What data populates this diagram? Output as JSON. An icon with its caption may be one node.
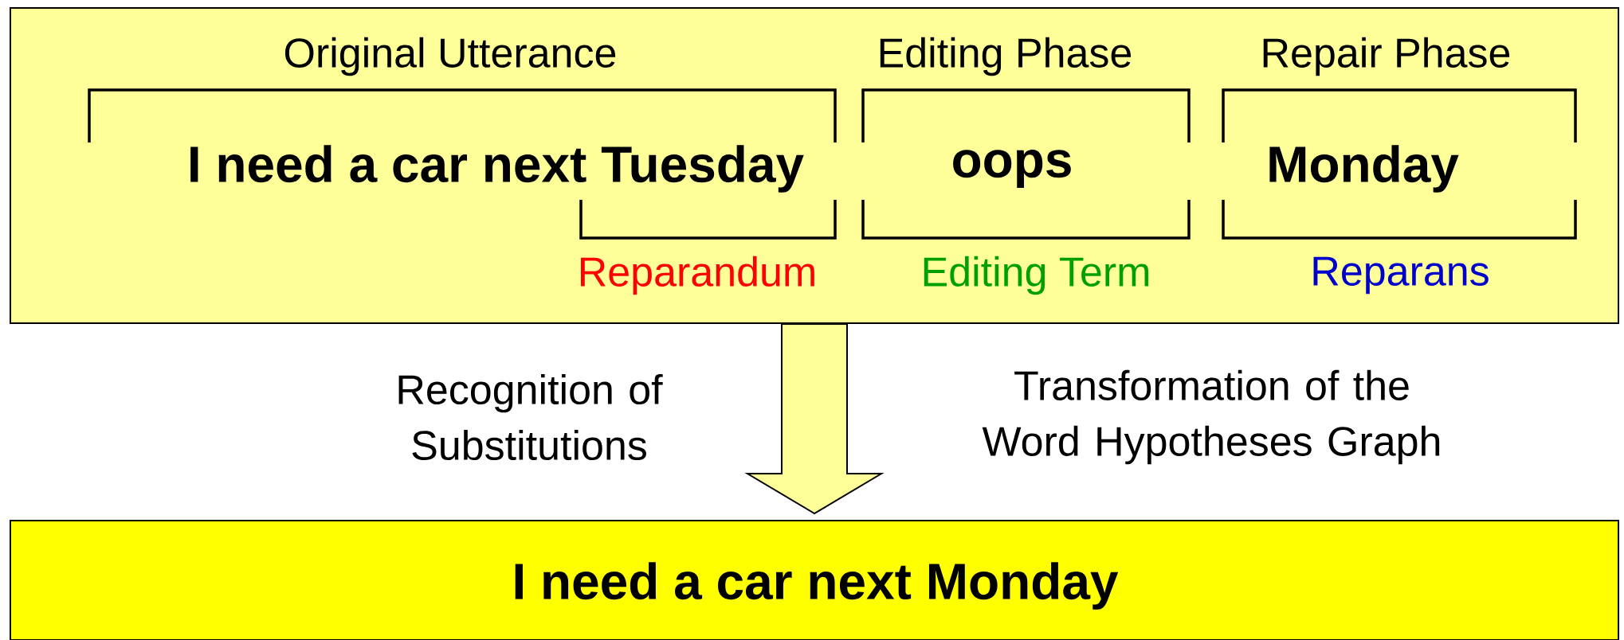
{
  "diagram": {
    "nodes": [
      {
        "text": [
          "Original Utterance",
          "Editing Phase",
          "Repair Phase",
          "I need a car next Tuesday",
          "oops",
          "Monday",
          "Reparandum",
          "Editing Term",
          "Reparans"
        ]
      },
      {
        "text": [
          "I need a car next Monday"
        ]
      }
    ],
    "edges": [
      {
        "from": 0,
        "to": 1,
        "arrow": "to"
      }
    ],
    "labels": [
      "Recognition of Substitutions",
      "Transformation of the Word Hypotheses Graph"
    ]
  }
}
